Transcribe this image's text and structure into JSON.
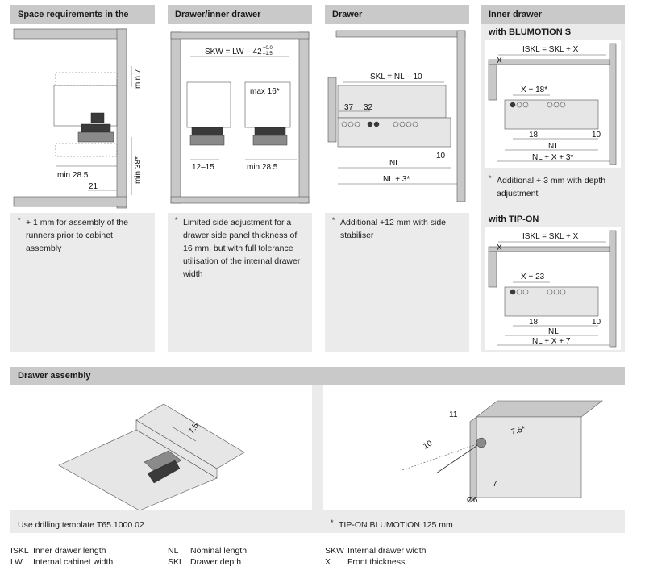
{
  "panels": {
    "space": {
      "title": "Space requirements in the cabinet",
      "dims": {
        "min7": "min 7",
        "min38": "min 38*",
        "min285": "min 28.5",
        "d21": "21"
      },
      "note": "+ 1 mm for assembly of the runners prior to cabinet assembly"
    },
    "drawer_inner": {
      "title": "Drawer/inner drawer",
      "dims": {
        "skw": "SKW = LW – 42",
        "tol_plus": "+0.0",
        "tol_minus": "–1.5",
        "max16": "max 16*",
        "d1215": "12–15",
        "min285": "min 28.5"
      },
      "note": "Limited side adjustment for a drawer side panel thickness of 16 mm, but with full tolerance utilisation of the internal drawer width"
    },
    "drawer": {
      "title": "Drawer",
      "dims": {
        "skl": "SKL = NL – 10",
        "d37": "37",
        "d32": "32",
        "d10": "10",
        "nl": "NL",
        "nl3": "NL + 3*"
      },
      "note": "Additional +12 mm with side stabiliser"
    },
    "inner": {
      "title": "Inner drawer",
      "blumotion": {
        "heading": "with BLUMOTION S",
        "dims": {
          "iskl": "ISKL = SKL + X",
          "x": "X",
          "x18": "X + 18*",
          "d18": "18",
          "d10": "10",
          "nl": "NL",
          "nlx3": "NL + X + 3*"
        },
        "note": "Additional + 3 mm with depth adjustment"
      },
      "tipon": {
        "heading": "with TIP-ON",
        "dims": {
          "iskl": "ISKL = SKL + X",
          "x": "X",
          "x23": "X + 23",
          "d18": "18",
          "d10": "10",
          "nl": "NL",
          "nlx7": "NL + X + 7"
        }
      }
    },
    "assembly": {
      "title": "Drawer assembly",
      "left": {
        "dim75": "7.5",
        "caption": "Use drilling template T65.1000.02"
      },
      "right": {
        "d11": "11",
        "d10": "10",
        "d75": "7.5*",
        "d7": "7",
        "d6": "Ø6",
        "caption": "TIP-ON BLUMOTION 125 mm"
      }
    }
  },
  "legend": [
    {
      "abbr": "ISKL",
      "text": "Inner drawer length"
    },
    {
      "abbr": "LW",
      "text": "Internal cabinet width"
    },
    {
      "abbr": "NL",
      "text": "Nominal length"
    },
    {
      "abbr": "SKL",
      "text": "Drawer depth"
    },
    {
      "abbr": "SKW",
      "text": "Internal drawer width"
    },
    {
      "abbr": "X",
      "text": "Front thickness"
    }
  ]
}
